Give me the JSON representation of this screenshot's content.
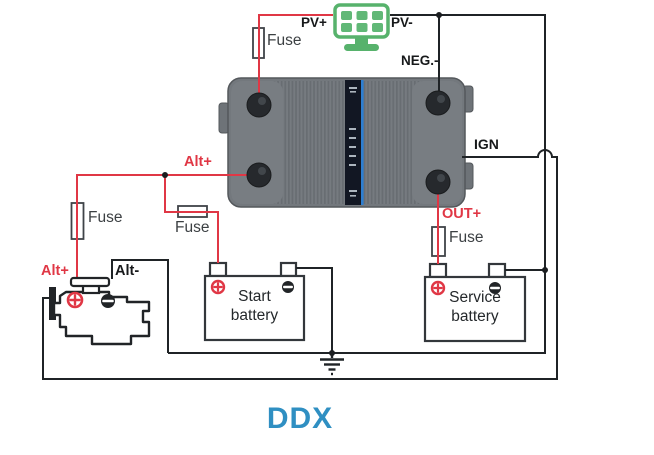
{
  "title": "DDX",
  "terminals": {
    "pv_plus": "PV+",
    "pv_minus": "PV-",
    "neg": "NEG.-",
    "ign": "IGN",
    "out_plus": "OUT+",
    "alt_plus_device": "Alt+",
    "alt_plus_engine": "Alt+",
    "alt_minus": "Alt-"
  },
  "fuses": [
    "Fuse",
    "Fuse",
    "Fuse",
    "Fuse"
  ],
  "batteries": {
    "start": {
      "line1": "Start",
      "line2": "battery"
    },
    "service": {
      "line1": "Service",
      "line2": "battery"
    }
  },
  "icons": {
    "solar_panel": "solar-panel-icon",
    "engine": "engine-icon",
    "ground": "ground-symbol",
    "charger": "dcdc-charger-device"
  },
  "colors": {
    "positive_wire": "#e03745",
    "negative_wire": "#1f2326",
    "title_blue": "#2f8fc2",
    "solar_green": "#57b26c"
  }
}
